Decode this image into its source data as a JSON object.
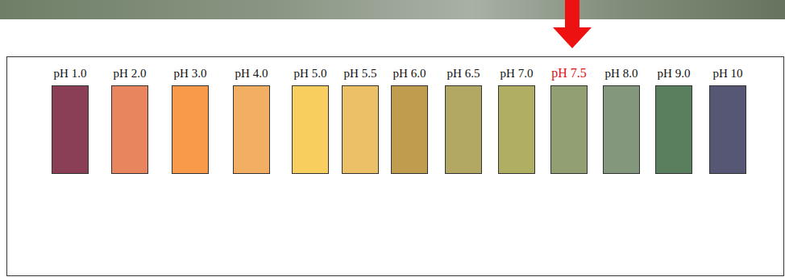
{
  "diagram": {
    "nodes": [
      {
        "text": [
          "pH 1.0"
        ]
      },
      {
        "text": [
          "pH 2.0"
        ]
      },
      {
        "text": [
          "pH 3.0"
        ]
      },
      {
        "text": [
          "pH 4.0"
        ]
      },
      {
        "text": [
          "pH 5.0"
        ]
      },
      {
        "text": [
          "pH 5.5"
        ]
      },
      {
        "text": [
          "pH 6.0"
        ]
      },
      {
        "text": [
          "pH 6.5"
        ]
      },
      {
        "text": [
          "pH 7.0"
        ]
      },
      {
        "text": [
          "pH 7.5"
        ]
      },
      {
        "text": [
          "pH 8.0"
        ]
      },
      {
        "text": [
          "pH 9.0"
        ]
      },
      {
        "text": [
          "pH 10"
        ]
      }
    ]
  }
}
